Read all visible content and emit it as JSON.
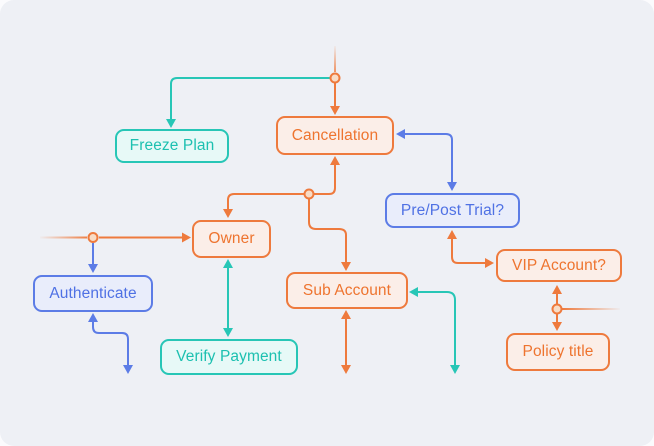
{
  "canvas": {
    "background": "#EEF0F5",
    "palette": {
      "orange": "#EE7A3D",
      "orange_fill": "#FBEEE8",
      "teal": "#27C6B6",
      "teal_fill": "#E7F9F7",
      "blue": "#5C7CE6",
      "blue_fill": "#E9EDFB",
      "junction_dot_fill": "#F8DCC6"
    },
    "nodes": [
      {
        "id": "freeze-plan",
        "label": "Freeze Plan",
        "scheme": "teal"
      },
      {
        "id": "cancellation",
        "label": "Cancellation",
        "scheme": "orange"
      },
      {
        "id": "pre-post-trial",
        "label": "Pre/Post Trial?",
        "scheme": "blue"
      },
      {
        "id": "owner",
        "label": "Owner",
        "scheme": "orange"
      },
      {
        "id": "vip-account",
        "label": "VIP Account?",
        "scheme": "orange"
      },
      {
        "id": "authenticate",
        "label": "Authenticate",
        "scheme": "blue"
      },
      {
        "id": "sub-account",
        "label": "Sub Account",
        "scheme": "orange"
      },
      {
        "id": "verify-payment",
        "label": "Verify Payment",
        "scheme": "teal"
      },
      {
        "id": "policy-title",
        "label": "Policy title",
        "scheme": "orange"
      }
    ]
  }
}
